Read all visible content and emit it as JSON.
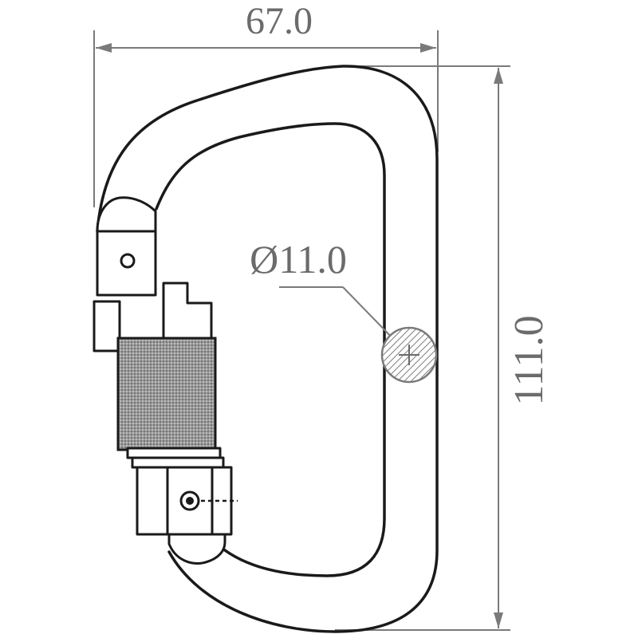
{
  "dimensions": {
    "width_label": "67.0",
    "height_label": "111.0",
    "diameter_label": "Ø11.0"
  },
  "colors": {
    "outline": "#1a1a1a",
    "dimension": "#6b6b6b",
    "knurl": "#8a8a8a"
  }
}
